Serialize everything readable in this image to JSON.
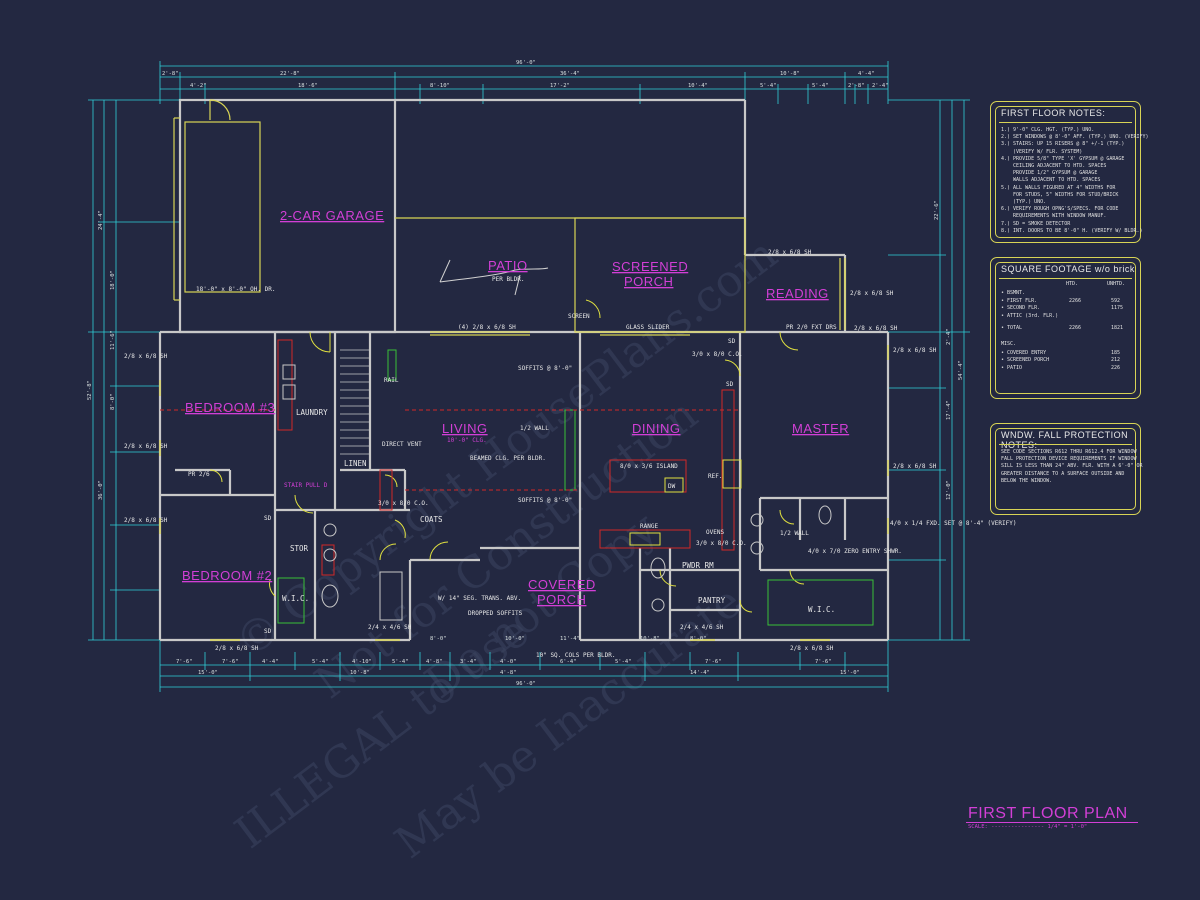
{
  "rooms": {
    "garage": "2-CAR GARAGE",
    "patio": "PATIO",
    "screened_porch": "SCREENED PORCH",
    "reading": "READING",
    "bedroom3": "BEDROOM #3",
    "living": "LIVING",
    "dining": "DINING",
    "master": "MASTER",
    "bedroom2": "BEDROOM #2",
    "covered_porch": "COVERED PORCH",
    "laundry": "LAUNDRY",
    "linen": "LINEN",
    "coats": "COATS",
    "stor": "STOR",
    "wic_left": "W.I.C.",
    "wic_right": "W.I.C.",
    "pantry": "PANTRY",
    "pwdr": "PWDR RM"
  },
  "labels": {
    "garage_door": "18'-0\" x 8'-0\" OH. DR.",
    "patio_per": "PER BLDR.",
    "screen": "SCREEN",
    "glass_slider": "(4) 2/8 x 6/8 SH",
    "glass_slider2": "GLASS SLIDER",
    "french_drs": "PR 2/0 FXT DRS",
    "living_clg": "10'-0\" CLG.",
    "beamed": "BEAMED CLG. PER BLDR.",
    "half_wall": "1/2 WALL",
    "soffits1": "SOFFITS @ 8'-0\"",
    "soffits2": "SOFFITS @ 8'-0\"",
    "island": "8/0 x 3/6 ISLAND",
    "dw": "DW",
    "range": "RANGE",
    "ovens": "OVENS",
    "ref": "REF.",
    "rail": "RAIL",
    "direct_vent": "DIRECT VENT",
    "fixed_half_wall": "1/2 WALL",
    "zero_entry": "4/0 x 7/0 ZERO ENTRY SHWR.",
    "dropped_soffits": "DROPPED SOFFITS",
    "sq_cols": "10\" SQ. COLS PER BLDR.",
    "sh_trans": "W/ 14\" SEG. TRANS. ABV.",
    "sh_label": "2/8 x 6/8 SH",
    "sh_label2": "2/4 x 4/6 SH",
    "tub_sh": "2/4 x 4/6 SH",
    "pr_shelves": "PR 2/6",
    "co": "3/0 x 8/0 C.O.",
    "fixed": "4/0 x 1/4 FXD. SET @ 8'-4\" (VERIFY)",
    "sd": "SD",
    "stair_pullb": "STAIR PULL D"
  },
  "dims": {
    "overall": "96'-0\"",
    "top_row": [
      "2'-8\"",
      "22'-8\"",
      "36'-4\"",
      "10'-8\"",
      "4'-4\""
    ],
    "top_row2": [
      "4'-2\"",
      "18'-6\"",
      "8'-10\"",
      "17'-2\"",
      "10'-4\"",
      "5'-4\"",
      "5'-4\"",
      "2'-8\"",
      "2'-4\""
    ],
    "bottom_row1": [
      "7'-6\"",
      "7'-6\"",
      "4'-4\"",
      "5'-4\"",
      "4'-10\"",
      "5'-4\"",
      "4'-8\"",
      "3'-4\"",
      "4'-0\"",
      "6'-4\"",
      "5'-4\"",
      "7'-6\"",
      "7'-6\""
    ],
    "bottom_row2": [
      "15'-0\"",
      "10'-8\"",
      "4'-8\"",
      "14'-4\"",
      "15'-0\""
    ],
    "bottom_row3": [
      "8'-0\"",
      "10'-0\"",
      "11'-4\"",
      "10'-8\"",
      "8'-0\""
    ],
    "left": [
      "24'-4\"",
      "18'-0\"",
      "11'-6\"",
      "8'-0\"",
      "52'-8\"",
      "36'-0\""
    ],
    "right": [
      "54'-4\"",
      "2'-4\"",
      "17'-4\"",
      "12'-0\"",
      "22'-6\""
    ]
  },
  "notes_panel": {
    "title": "FIRST FLOOR NOTES:",
    "lines": [
      "1.) 9'-0\" CLG. HGT. (TYP.) UNO.",
      "2.) SET WINDOWS @ 8'-0\" AFF. (TYP.) UNO. (VERIFY)",
      "3.) STAIRS: UP 15 RISERS @ 8\" +/-1 (TYP.)",
      "    (VERIFY W/ FLR. SYSTEM)",
      "4.) PROVIDE 5/8\" TYPE 'X' GYPSUM @ GARAGE",
      "    CEILING ADJACENT TO HTD. SPACES",
      "    PROVIDE 1/2\" GYPSUM @ GARAGE",
      "    WALLS ADJACENT TO HTD. SPACES",
      "5.) ALL WALLS FIGURED AT 4\" WIDTHS FOR",
      "    FOR STUDS, 5\" WIDTHS FOR STUD/BRICK",
      "    (TYP.) UNO.",
      "6.) VERIFY ROUGH OPNG'S/SPECS. FOR CODE",
      "    REQUIREMENTS WITH WINDOW MANUF.",
      "7.) SD = SMOKE DETECTOR",
      "8.) INT. DOORS TO BE 8'-0\" H. (VERIFY W/ BLDR.)"
    ]
  },
  "sqft_panel": {
    "title": "SQUARE FOOTAGE  w/o brick",
    "col_htd": "HTD.",
    "col_unhtd": "UNHTD.",
    "rows": [
      {
        "label": "BSMNT.",
        "htd": "",
        "unhtd": ""
      },
      {
        "label": "FIRST FLR.",
        "htd": "2266",
        "unhtd": "592"
      },
      {
        "label": "SECOND FLR.",
        "htd": "",
        "unhtd": "1175"
      },
      {
        "label": "ATTIC (3rd. FLR.)",
        "htd": "",
        "unhtd": ""
      },
      {
        "label": "TOTAL",
        "htd": "2266",
        "unhtd": "1821"
      }
    ],
    "misc_label": "MISC.",
    "misc": [
      {
        "label": "COVERED ENTRY",
        "val": "185"
      },
      {
        "label": "SCREENED PORCH",
        "val": "212"
      },
      {
        "label": "PATIO",
        "val": "226"
      }
    ]
  },
  "fall_panel": {
    "title": "WNDW. FALL PROTECTION NOTES:",
    "lines": [
      "SEE CODE SECTIONS R612 THRU R612.4 FOR WINDOW",
      "FALL PROTECTION DEVICE REQUIREMENTS IF WINDOW",
      "SILL IS LESS THAN 24\" ABV. FLR. WITH A 6'-0\" OR",
      "GREATER DISTANCE TO A SURFACE OUTSIDE AND",
      "BELOW THE WINDOW."
    ]
  },
  "plan_title": "FIRST FLOOR PLAN",
  "scale": "SCALE: ---------------- 1/4\" = 1'-0\"",
  "watermark": [
    "© Copyright HousePlans.com",
    "Not for Construction",
    "Do not Copy",
    "ILLEGAL to use",
    "May be Inaccurate"
  ],
  "colors": {
    "background": "#232841",
    "wall": "#c8c8c8",
    "dim_line": "#2fd0d8",
    "room_label": "#d23fd6",
    "panel_border": "#d8d455",
    "window": "#d8d455",
    "door": "#e0e040",
    "red": "#d02828",
    "green": "#38c038"
  }
}
